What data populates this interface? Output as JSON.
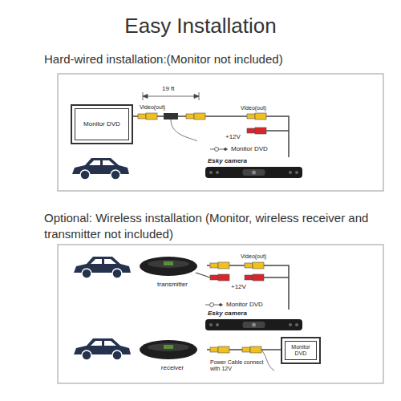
{
  "diagram": {
    "title": "Easy Installation",
    "nodes": [
      {
        "text": [
          "Monitor DVD"
        ]
      },
      {
        "text": [
          "Esky camera"
        ]
      },
      {
        "text": [
          "transmitter"
        ]
      },
      {
        "text": [
          "Esky camera"
        ]
      },
      {
        "text": [
          "receiver"
        ]
      },
      {
        "text": [
          "Monitor DVD"
        ]
      }
    ],
    "edges": [
      {
        "from": 0,
        "to": 1,
        "arrow": "none"
      },
      {
        "from": 2,
        "to": 3,
        "arrow": "none"
      },
      {
        "from": 4,
        "to": 5,
        "arrow": "none"
      }
    ],
    "labels": [
      "Hard-wired installation:(Monitor not included)",
      "19 ft",
      "Video(out)",
      "Video(out)",
      "+12V",
      "Monitor DVD",
      "Optional: Wireless installation (Monitor, wireless receiver and transmitter not included)",
      "Video(out)",
      "+12V",
      "Monitor DVD",
      "Power Cable connect with 12V"
    ]
  }
}
